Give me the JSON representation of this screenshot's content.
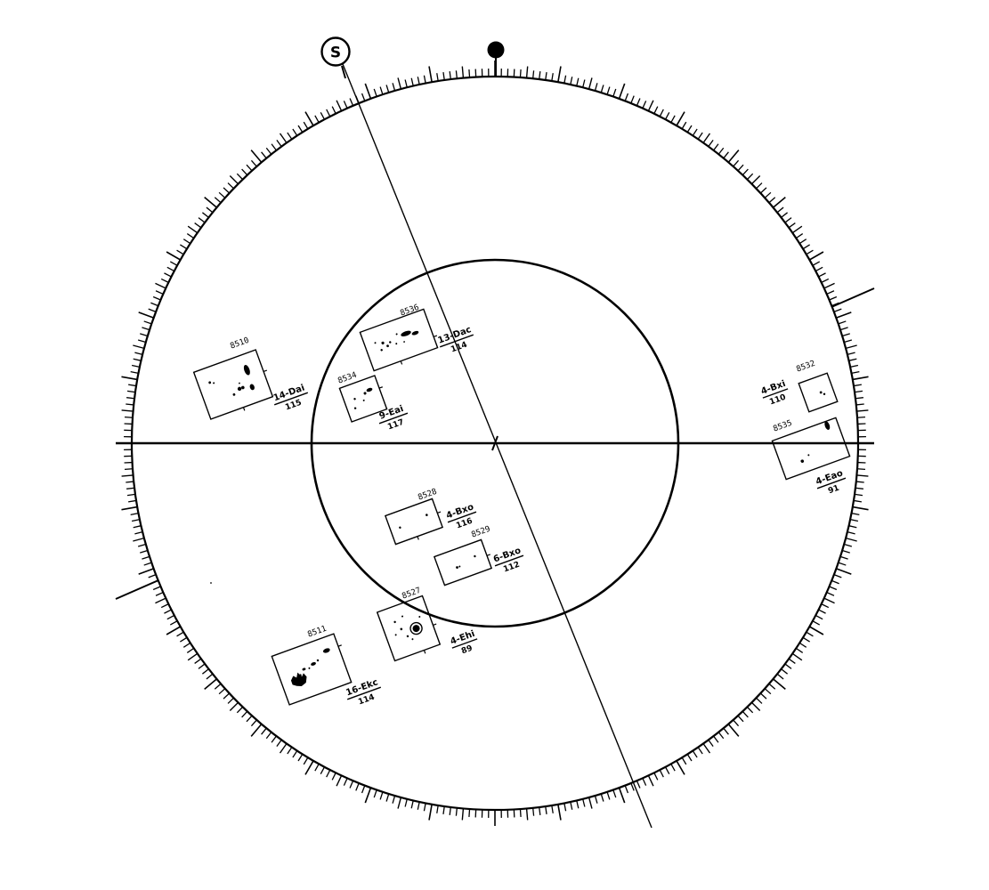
{
  "diagram": {
    "pole_marker": {
      "label": "S",
      "icon": "circled-s-icon"
    },
    "north_marker": {
      "icon": "filled-dot-icon"
    },
    "colors": {
      "ink": "#000000",
      "background": "#ffffff"
    }
  },
  "groups": [
    {
      "id": "g1",
      "number": "8510",
      "class": "14-Dai",
      "count": "115"
    },
    {
      "id": "g2",
      "number": "8536",
      "class": "13-Dac",
      "count": "114"
    },
    {
      "id": "g3",
      "number": "8534",
      "class": "9-Eai",
      "count": "117"
    },
    {
      "id": "g4",
      "number": "8532",
      "class": "4-Bxi",
      "count": "110"
    },
    {
      "id": "g5",
      "number": "8535",
      "class": "4-Eao",
      "count": "91"
    },
    {
      "id": "g6",
      "number": "8528",
      "class": "4-Bxo",
      "count": "116"
    },
    {
      "id": "g7",
      "number": "8529",
      "class": "6-Bxo",
      "count": "112"
    },
    {
      "id": "g8",
      "number": "8527",
      "class": "4-Ehi",
      "count": "89"
    },
    {
      "id": "g9",
      "number": "8511",
      "class": "16-Ekc",
      "count": "114"
    }
  ]
}
